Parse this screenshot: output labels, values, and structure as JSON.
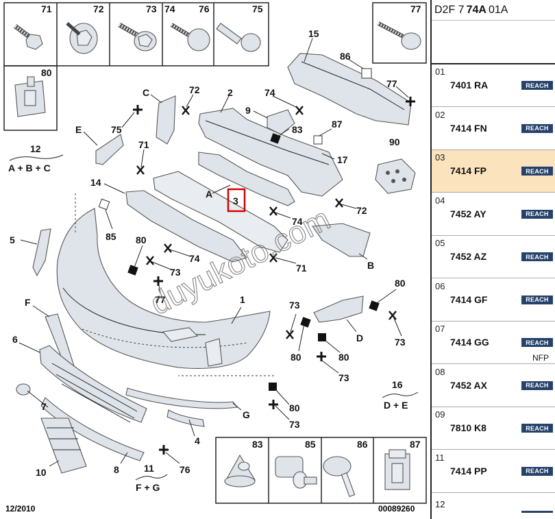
{
  "diagram": {
    "box_labels": [
      "71",
      "72",
      "73",
      "74",
      "76",
      "75",
      "77",
      "80",
      "83",
      "85",
      "86",
      "87"
    ],
    "part_labels": [
      "15",
      "86",
      "77",
      "74",
      "2",
      "72",
      "C",
      "9",
      "83",
      "87",
      "17",
      "75",
      "E",
      "12",
      "71",
      "90",
      "14",
      "A",
      "3",
      "74",
      "72",
      "85",
      "5",
      "80",
      "73",
      "74",
      "71",
      "B",
      "80",
      "77",
      "1",
      "73",
      "F",
      "D",
      "73",
      "80",
      "80",
      "73",
      "16",
      "6",
      "80",
      "73",
      "G",
      "7",
      "4",
      "76",
      "8",
      "11",
      "10"
    ],
    "group_labels": [
      "A + B + C",
      "D + E",
      "F + G"
    ],
    "selected_part": "3",
    "date": "12/2010",
    "ref_number": "00089260",
    "watermark": "duyukoto.com"
  },
  "panel": {
    "header": {
      "prefix": "D2F 7",
      "bold": "74A",
      "suffix": "01A"
    },
    "rows": [
      {
        "index": "01",
        "code": "7401 RA",
        "badge": "REACH",
        "extra": ""
      },
      {
        "index": "02",
        "code": "7414 FN",
        "badge": "REACH",
        "extra": ""
      },
      {
        "index": "03",
        "code": "7414 FP",
        "badge": "REACH",
        "extra": "",
        "selected": true
      },
      {
        "index": "04",
        "code": "7452 AY",
        "badge": "REACH",
        "extra": ""
      },
      {
        "index": "05",
        "code": "7452 AZ",
        "badge": "REACH",
        "extra": ""
      },
      {
        "index": "06",
        "code": "7414 GF",
        "badge": "REACH",
        "extra": ""
      },
      {
        "index": "07",
        "code": "7414 GG",
        "badge": "REACH",
        "extra": "NFP"
      },
      {
        "index": "08",
        "code": "7452 AX",
        "badge": "REACH",
        "extra": ""
      },
      {
        "index": "09",
        "code": "7810 K8",
        "badge": "REACH",
        "extra": ""
      },
      {
        "index": "11",
        "code": "7414 PP",
        "badge": "REACH",
        "extra": ""
      },
      {
        "index": "12",
        "code": "",
        "badge": "",
        "extra": ""
      }
    ]
  }
}
